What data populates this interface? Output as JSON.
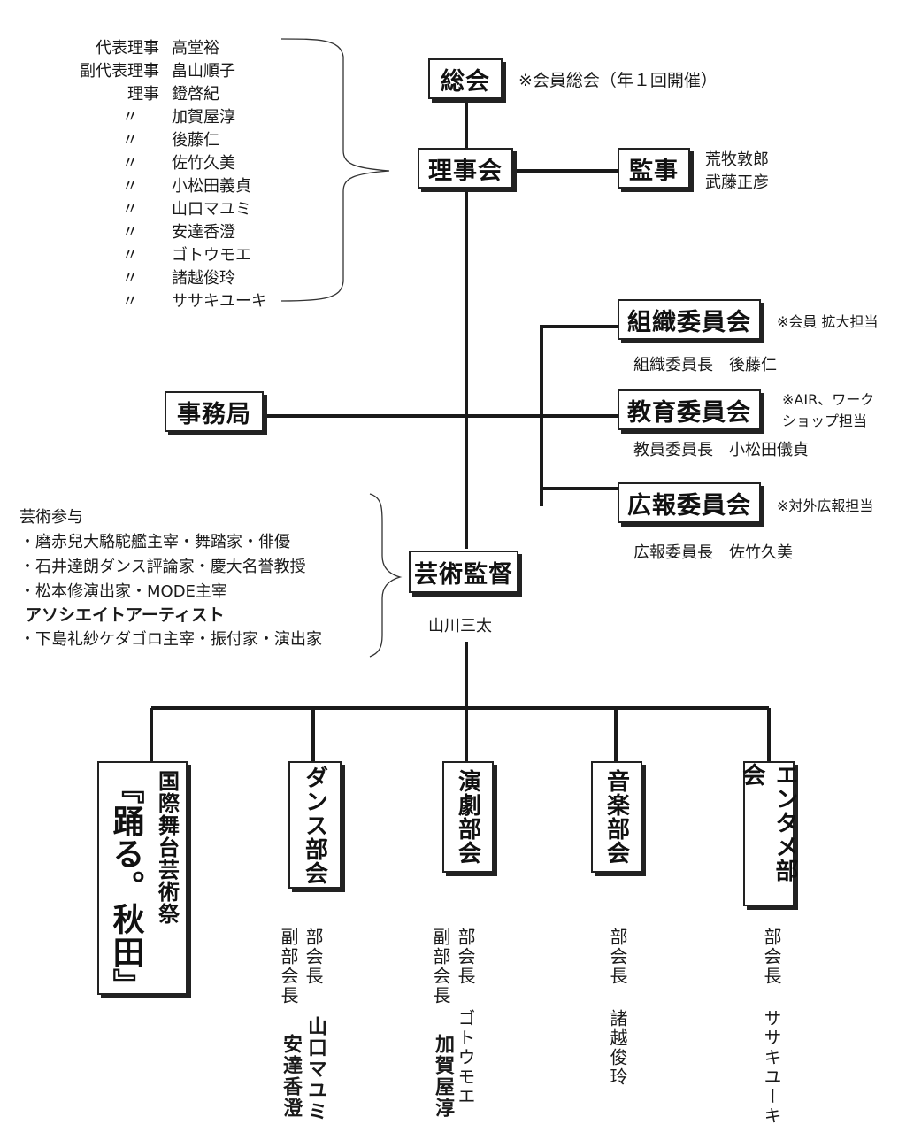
{
  "board": {
    "titles": [
      "代表理事",
      "副代表理事",
      "理事",
      "〃",
      "〃",
      "〃",
      "〃",
      "〃",
      "〃",
      "〃",
      "〃",
      "〃"
    ],
    "names": [
      "高堂裕",
      "畠山順子",
      "鐙啓紀",
      "加賀屋淳",
      "後藤仁",
      "佐竹久美",
      "小松田義貞",
      "山口マユミ",
      "安達香澄",
      "ゴトウモエ",
      "諸越俊玲",
      "ササキユーキ"
    ]
  },
  "general_assembly": {
    "label": "総会",
    "note": "※会員総会（年１回開催）"
  },
  "board_meeting": {
    "label": "理事会"
  },
  "auditor": {
    "label": "監事",
    "names": [
      "荒牧敦郎",
      "武藤正彦"
    ]
  },
  "committees": [
    {
      "label": "組織委員会",
      "note": "※会員 拡大担当",
      "chair": "組織委員長　後藤仁"
    },
    {
      "label": "教育委員会",
      "note_lines": [
        "※AIR、ワーク",
        "ショップ担当"
      ],
      "chair": "教員委員長　小松田儀貞"
    },
    {
      "label": "広報委員会",
      "note": "※対外広報担当",
      "chair": "広報委員長　佐竹久美"
    }
  ],
  "secretariat": {
    "label": "事務局"
  },
  "advisors": {
    "heading": "芸術参与",
    "items": [
      "・磨赤兒大駱駝艦主宰・舞踏家・俳優",
      "・石井達朗ダンス評論家・慶大名誉教授",
      "・松本修演出家・MODE主宰"
    ],
    "associate_heading": "アソシエイトアーティスト",
    "associate_items": [
      "・下島礼紗ケダゴロ主宰・振付家・演出家"
    ]
  },
  "artistic_director": {
    "label": "芸術監督",
    "name": "山川三太"
  },
  "festival": {
    "line1": "国際舞台芸術祭",
    "line2": "『踊る。秋田』"
  },
  "divisions": [
    {
      "label": "ダンス部会",
      "head": "部会長",
      "head_name": "山口マユミ",
      "deputy": "副部会長",
      "deputy_name": "安達香澄"
    },
    {
      "label": "演劇部会",
      "head": "部会長",
      "head_name": "ゴトウモエ",
      "deputy": "副部会長",
      "deputy_name": "加賀屋淳"
    },
    {
      "label": "音楽部会",
      "head": "部会長",
      "head_name": "諸越俊玲"
    },
    {
      "label": "エンタメ部会",
      "head": "部会長",
      "head_name": "ササキユーキ"
    }
  ]
}
